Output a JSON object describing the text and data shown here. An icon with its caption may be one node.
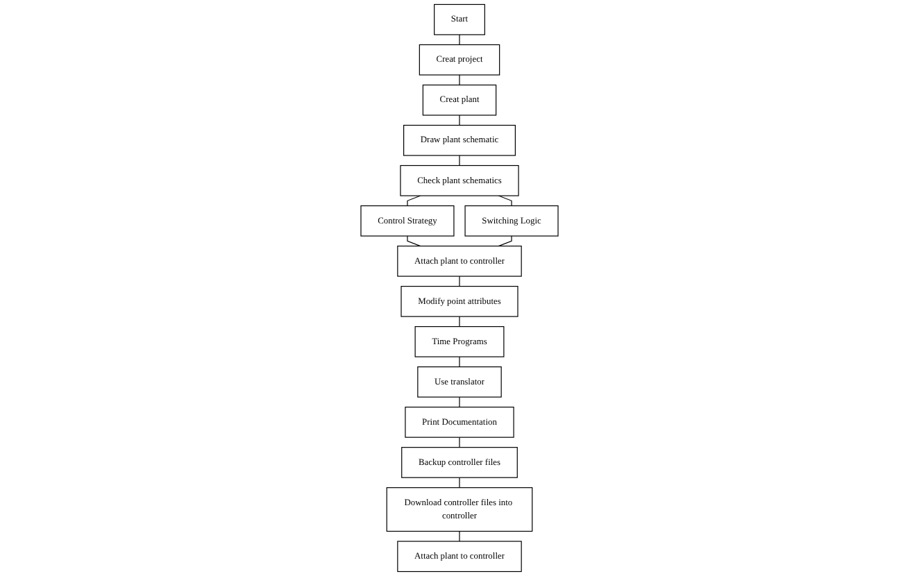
{
  "diagram": {
    "nodes": [
      {
        "text": [
          "Start"
        ]
      },
      {
        "text": [
          "Creat project"
        ]
      },
      {
        "text": [
          "Creat plant"
        ]
      },
      {
        "text": [
          "Draw plant schematic"
        ]
      },
      {
        "text": [
          "Check plant schematics"
        ]
      },
      {
        "text": [
          "Control Strategy"
        ]
      },
      {
        "text": [
          "Switching Logic"
        ]
      },
      {
        "text": [
          "Attach plant to controller"
        ]
      },
      {
        "text": [
          "Modify point attributes"
        ]
      },
      {
        "text": [
          "Time Programs"
        ]
      },
      {
        "text": [
          "Use translator"
        ]
      },
      {
        "text": [
          "Print Documentation"
        ]
      },
      {
        "text": [
          "Backup controller files"
        ]
      },
      {
        "text": [
          "Download controller files into controller"
        ]
      },
      {
        "text": [
          "Attach plant to controller"
        ]
      }
    ],
    "edges": [
      {
        "from": 0,
        "to": 1,
        "arrow": "none"
      },
      {
        "from": 1,
        "to": 2,
        "arrow": "none"
      },
      {
        "from": 2,
        "to": 3,
        "arrow": "none"
      },
      {
        "from": 3,
        "to": 4,
        "arrow": "none"
      },
      {
        "from": 4,
        "to": 5,
        "arrow": "none"
      },
      {
        "from": 4,
        "to": 6,
        "arrow": "none"
      },
      {
        "from": 5,
        "to": 7,
        "arrow": "none"
      },
      {
        "from": 6,
        "to": 7,
        "arrow": "none"
      },
      {
        "from": 7,
        "to": 8,
        "arrow": "none"
      },
      {
        "from": 8,
        "to": 9,
        "arrow": "none"
      },
      {
        "from": 9,
        "to": 10,
        "arrow": "none"
      },
      {
        "from": 10,
        "to": 11,
        "arrow": "none"
      },
      {
        "from": 11,
        "to": 12,
        "arrow": "none"
      },
      {
        "from": 12,
        "to": 13,
        "arrow": "none"
      },
      {
        "from": 13,
        "to": 14,
        "arrow": "none"
      }
    ]
  }
}
